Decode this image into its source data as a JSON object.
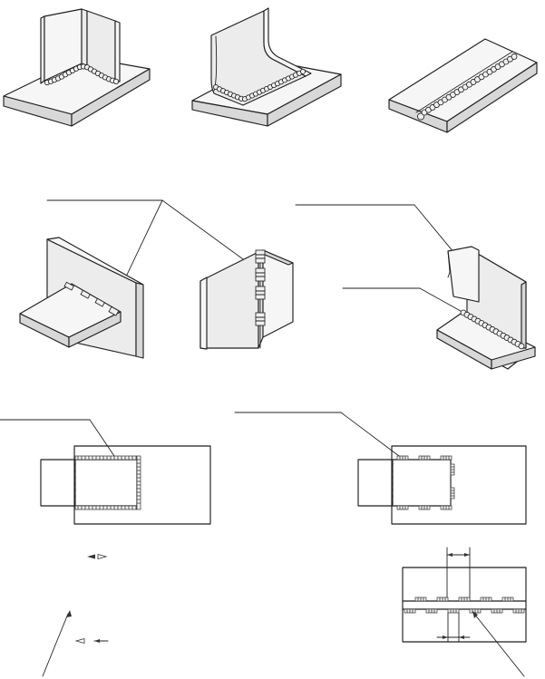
{
  "figure": {
    "background": "#ffffff",
    "line_color": "#1f1f1f",
    "panel_groups": [
      "fillet-weld-isometric-row",
      "intermittent-and-detail-row",
      "plan-view-row",
      "staggered-dimension-row"
    ]
  }
}
